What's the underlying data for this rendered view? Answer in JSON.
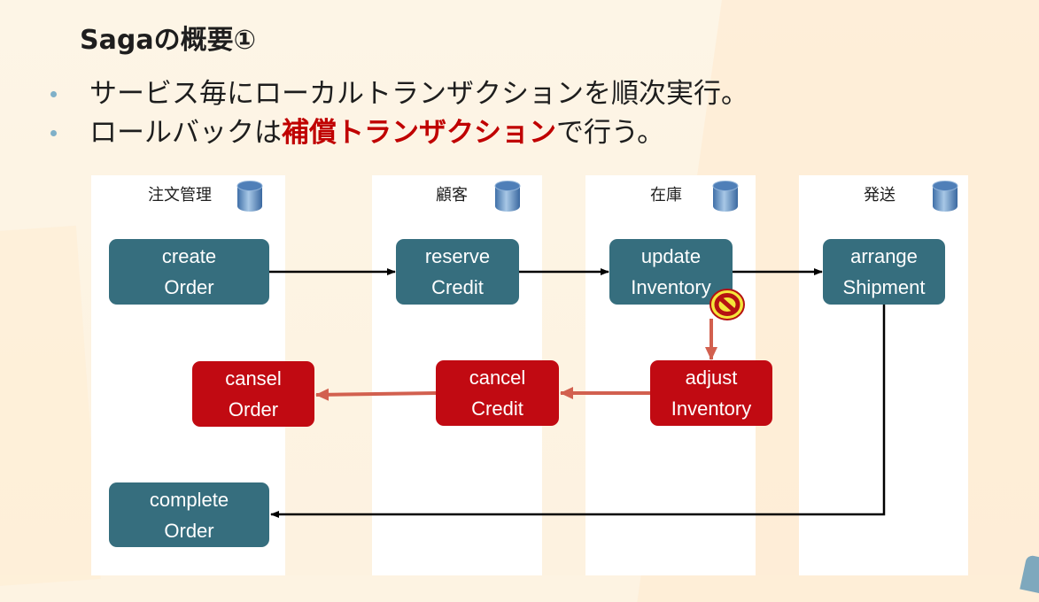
{
  "slide": {
    "title": "Sagaの概要①",
    "bullets": [
      {
        "parts": [
          {
            "text": "サービス毎にローカルトランザクションを順次実行。",
            "emphasis": false
          }
        ]
      },
      {
        "parts": [
          {
            "text": "ロールバックは",
            "emphasis": false
          },
          {
            "text": "補償トランザクション",
            "emphasis": true
          },
          {
            "text": "で行う。",
            "emphasis": false
          }
        ]
      }
    ]
  },
  "diagram": {
    "lanes": [
      {
        "label": "注文管理",
        "icon": "database-icon"
      },
      {
        "label": "顧客",
        "icon": "database-icon"
      },
      {
        "label": "在庫",
        "icon": "database-icon"
      },
      {
        "label": "発送",
        "icon": "database-icon"
      }
    ],
    "steps": {
      "create_order": {
        "line1": "create",
        "line2": "Order",
        "type": "transaction"
      },
      "reserve_credit": {
        "line1": "reserve",
        "line2": "Credit",
        "type": "transaction"
      },
      "update_inventory": {
        "line1": "update",
        "line2": "Inventory",
        "type": "transaction",
        "status": "failed"
      },
      "arrange_shipment": {
        "line1": "arrange",
        "line2": "Shipment",
        "type": "transaction"
      },
      "cansel_order": {
        "line1": "cansel",
        "line2": "Order",
        "type": "compensation"
      },
      "cancel_credit": {
        "line1": "cancel",
        "line2": "Credit",
        "type": "compensation"
      },
      "adjust_inventory": {
        "line1": "adjust",
        "line2": "Inventory",
        "type": "compensation"
      },
      "complete_order": {
        "line1": "complete",
        "line2": "Order",
        "type": "transaction"
      }
    },
    "flows": [
      {
        "from": "create_order",
        "to": "reserve_credit",
        "kind": "forward"
      },
      {
        "from": "reserve_credit",
        "to": "update_inventory",
        "kind": "forward"
      },
      {
        "from": "update_inventory",
        "to": "arrange_shipment",
        "kind": "forward"
      },
      {
        "from": "update_inventory",
        "to": "adjust_inventory",
        "kind": "rollback"
      },
      {
        "from": "adjust_inventory",
        "to": "cancel_credit",
        "kind": "rollback"
      },
      {
        "from": "cancel_credit",
        "to": "cansel_order",
        "kind": "rollback"
      },
      {
        "from": "arrange_shipment",
        "to": "complete_order",
        "kind": "forward"
      }
    ],
    "failure_marker": "prohibited-icon",
    "colors": {
      "transaction": "#366e7e",
      "compensation": "#c10a12",
      "forward_arrow": "#000000",
      "rollback_arrow": "#d2604f",
      "bullet": "#7fb0c8",
      "emphasis": "#c00000"
    }
  }
}
